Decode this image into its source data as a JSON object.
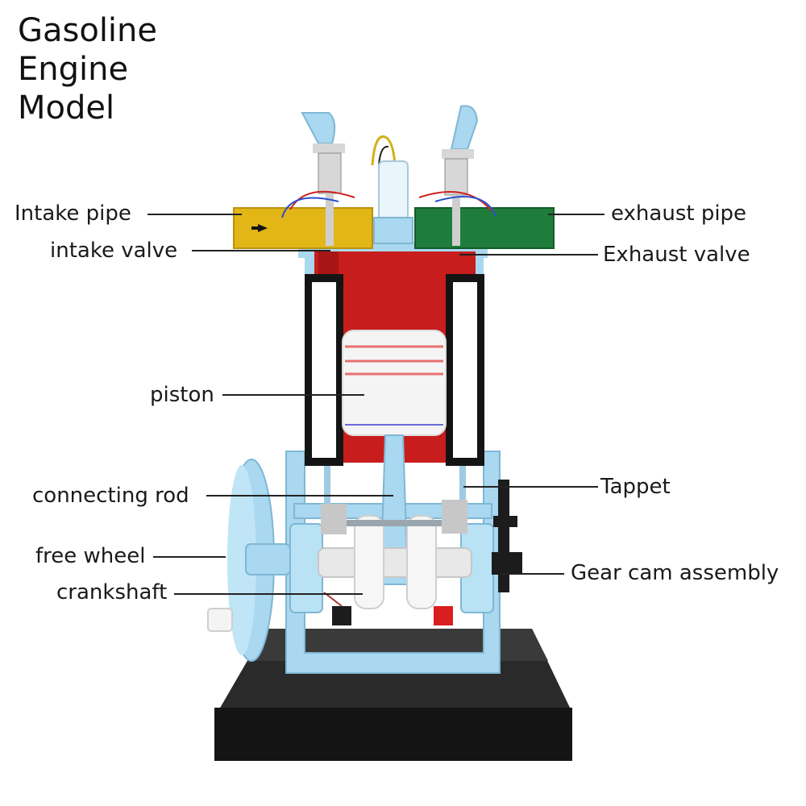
{
  "title": {
    "line1": "Gasoline",
    "line2": "Engine",
    "line3": "Model"
  },
  "labels": {
    "intake_pipe": "Intake pipe",
    "intake_valve": "intake valve",
    "exhaust_pipe": "exhaust pipe",
    "exhaust_valve": "Exhaust valve",
    "piston": "piston",
    "connecting_rod": "connecting rod",
    "tappet": "Tappet",
    "free_wheel": "free wheel",
    "gear_cam_assembly": "Gear cam assembly",
    "crankshaft": "crankshaft"
  },
  "colors": {
    "frame": "#a9d8f0",
    "cylinder": "#c81d1d",
    "intake_block": "#e2b617",
    "exhaust_block": "#1e7d3a",
    "base": "#141414",
    "piston": "#f4f4f4",
    "leader": "#222222"
  }
}
